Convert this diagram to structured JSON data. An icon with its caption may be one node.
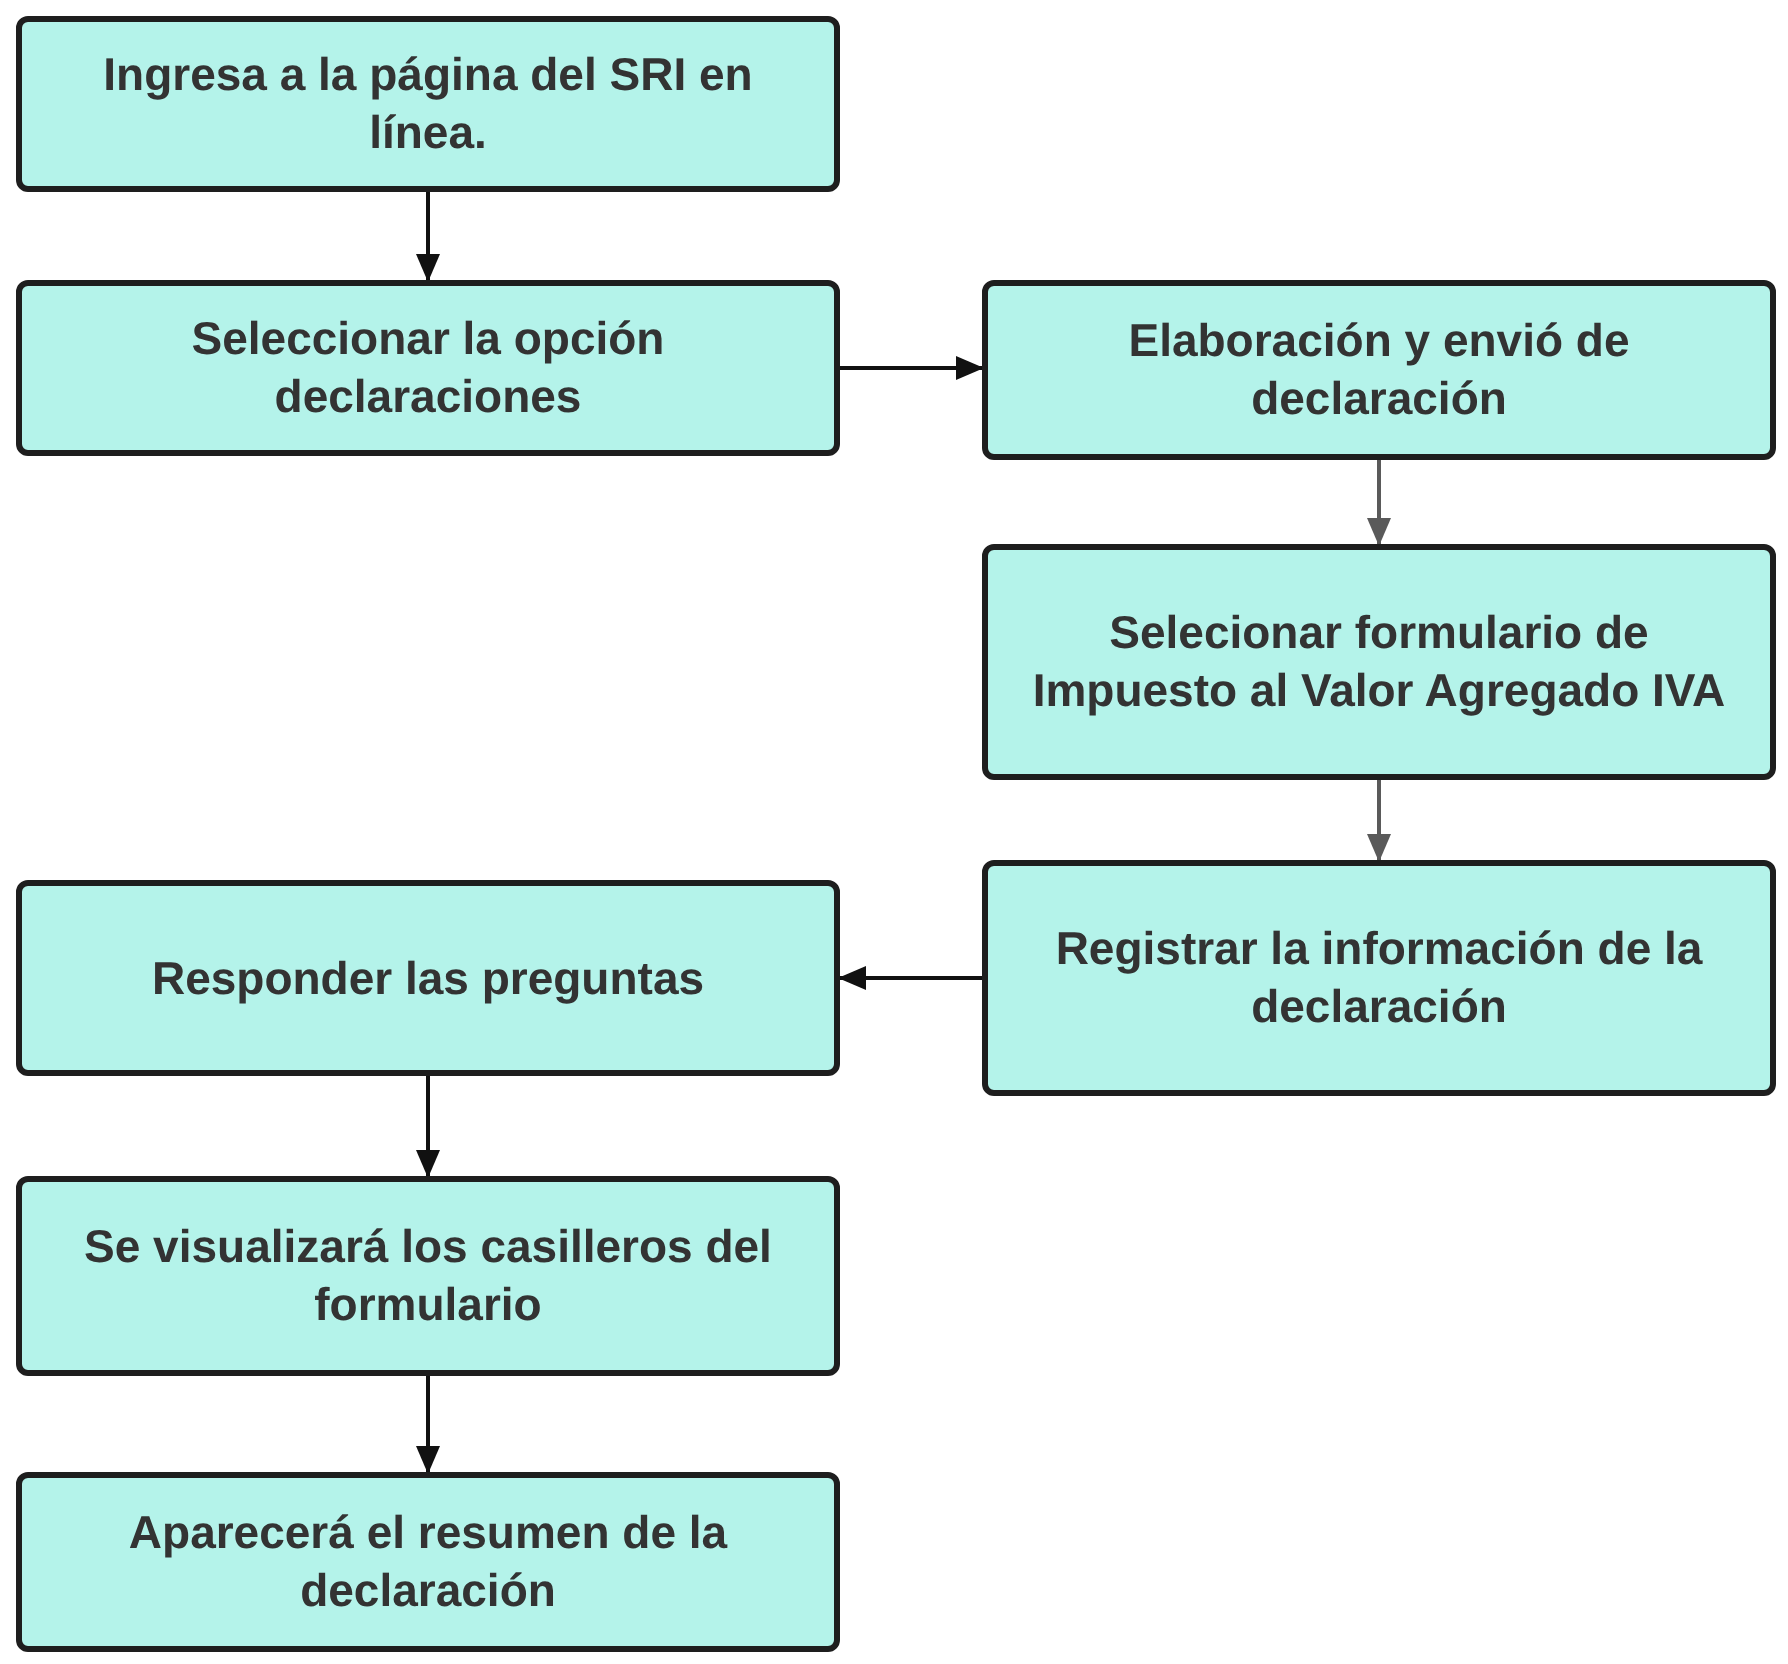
{
  "diagram": {
    "nodes": [
      {
        "text": [
          "Ingresa a la página del SRI en línea."
        ]
      },
      {
        "text": [
          "Seleccionar la opción declaraciones"
        ]
      },
      {
        "text": [
          "Elaboración y envió de declaración"
        ]
      },
      {
        "text": [
          "Selecionar formulario de Impuesto al Valor Agregado IVA"
        ]
      },
      {
        "text": [
          "Registrar la información de la declaración"
        ]
      },
      {
        "text": [
          "Responder las preguntas"
        ]
      },
      {
        "text": [
          "Se visualizará los casilleros del formulario"
        ]
      },
      {
        "text": [
          "Aparecerá el resumen de la declaración"
        ]
      }
    ],
    "edges": [
      {
        "from": 0,
        "to": 1,
        "arrow": "to"
      },
      {
        "from": 1,
        "to": 2,
        "arrow": "to"
      },
      {
        "from": 2,
        "to": 3,
        "arrow": "to",
        "color": "#5a5a5a"
      },
      {
        "from": 3,
        "to": 4,
        "arrow": "to",
        "color": "#5a5a5a"
      },
      {
        "from": 4,
        "to": 5,
        "arrow": "to"
      },
      {
        "from": 5,
        "to": 6,
        "arrow": "to"
      },
      {
        "from": 6,
        "to": 7,
        "arrow": "to"
      }
    ]
  }
}
